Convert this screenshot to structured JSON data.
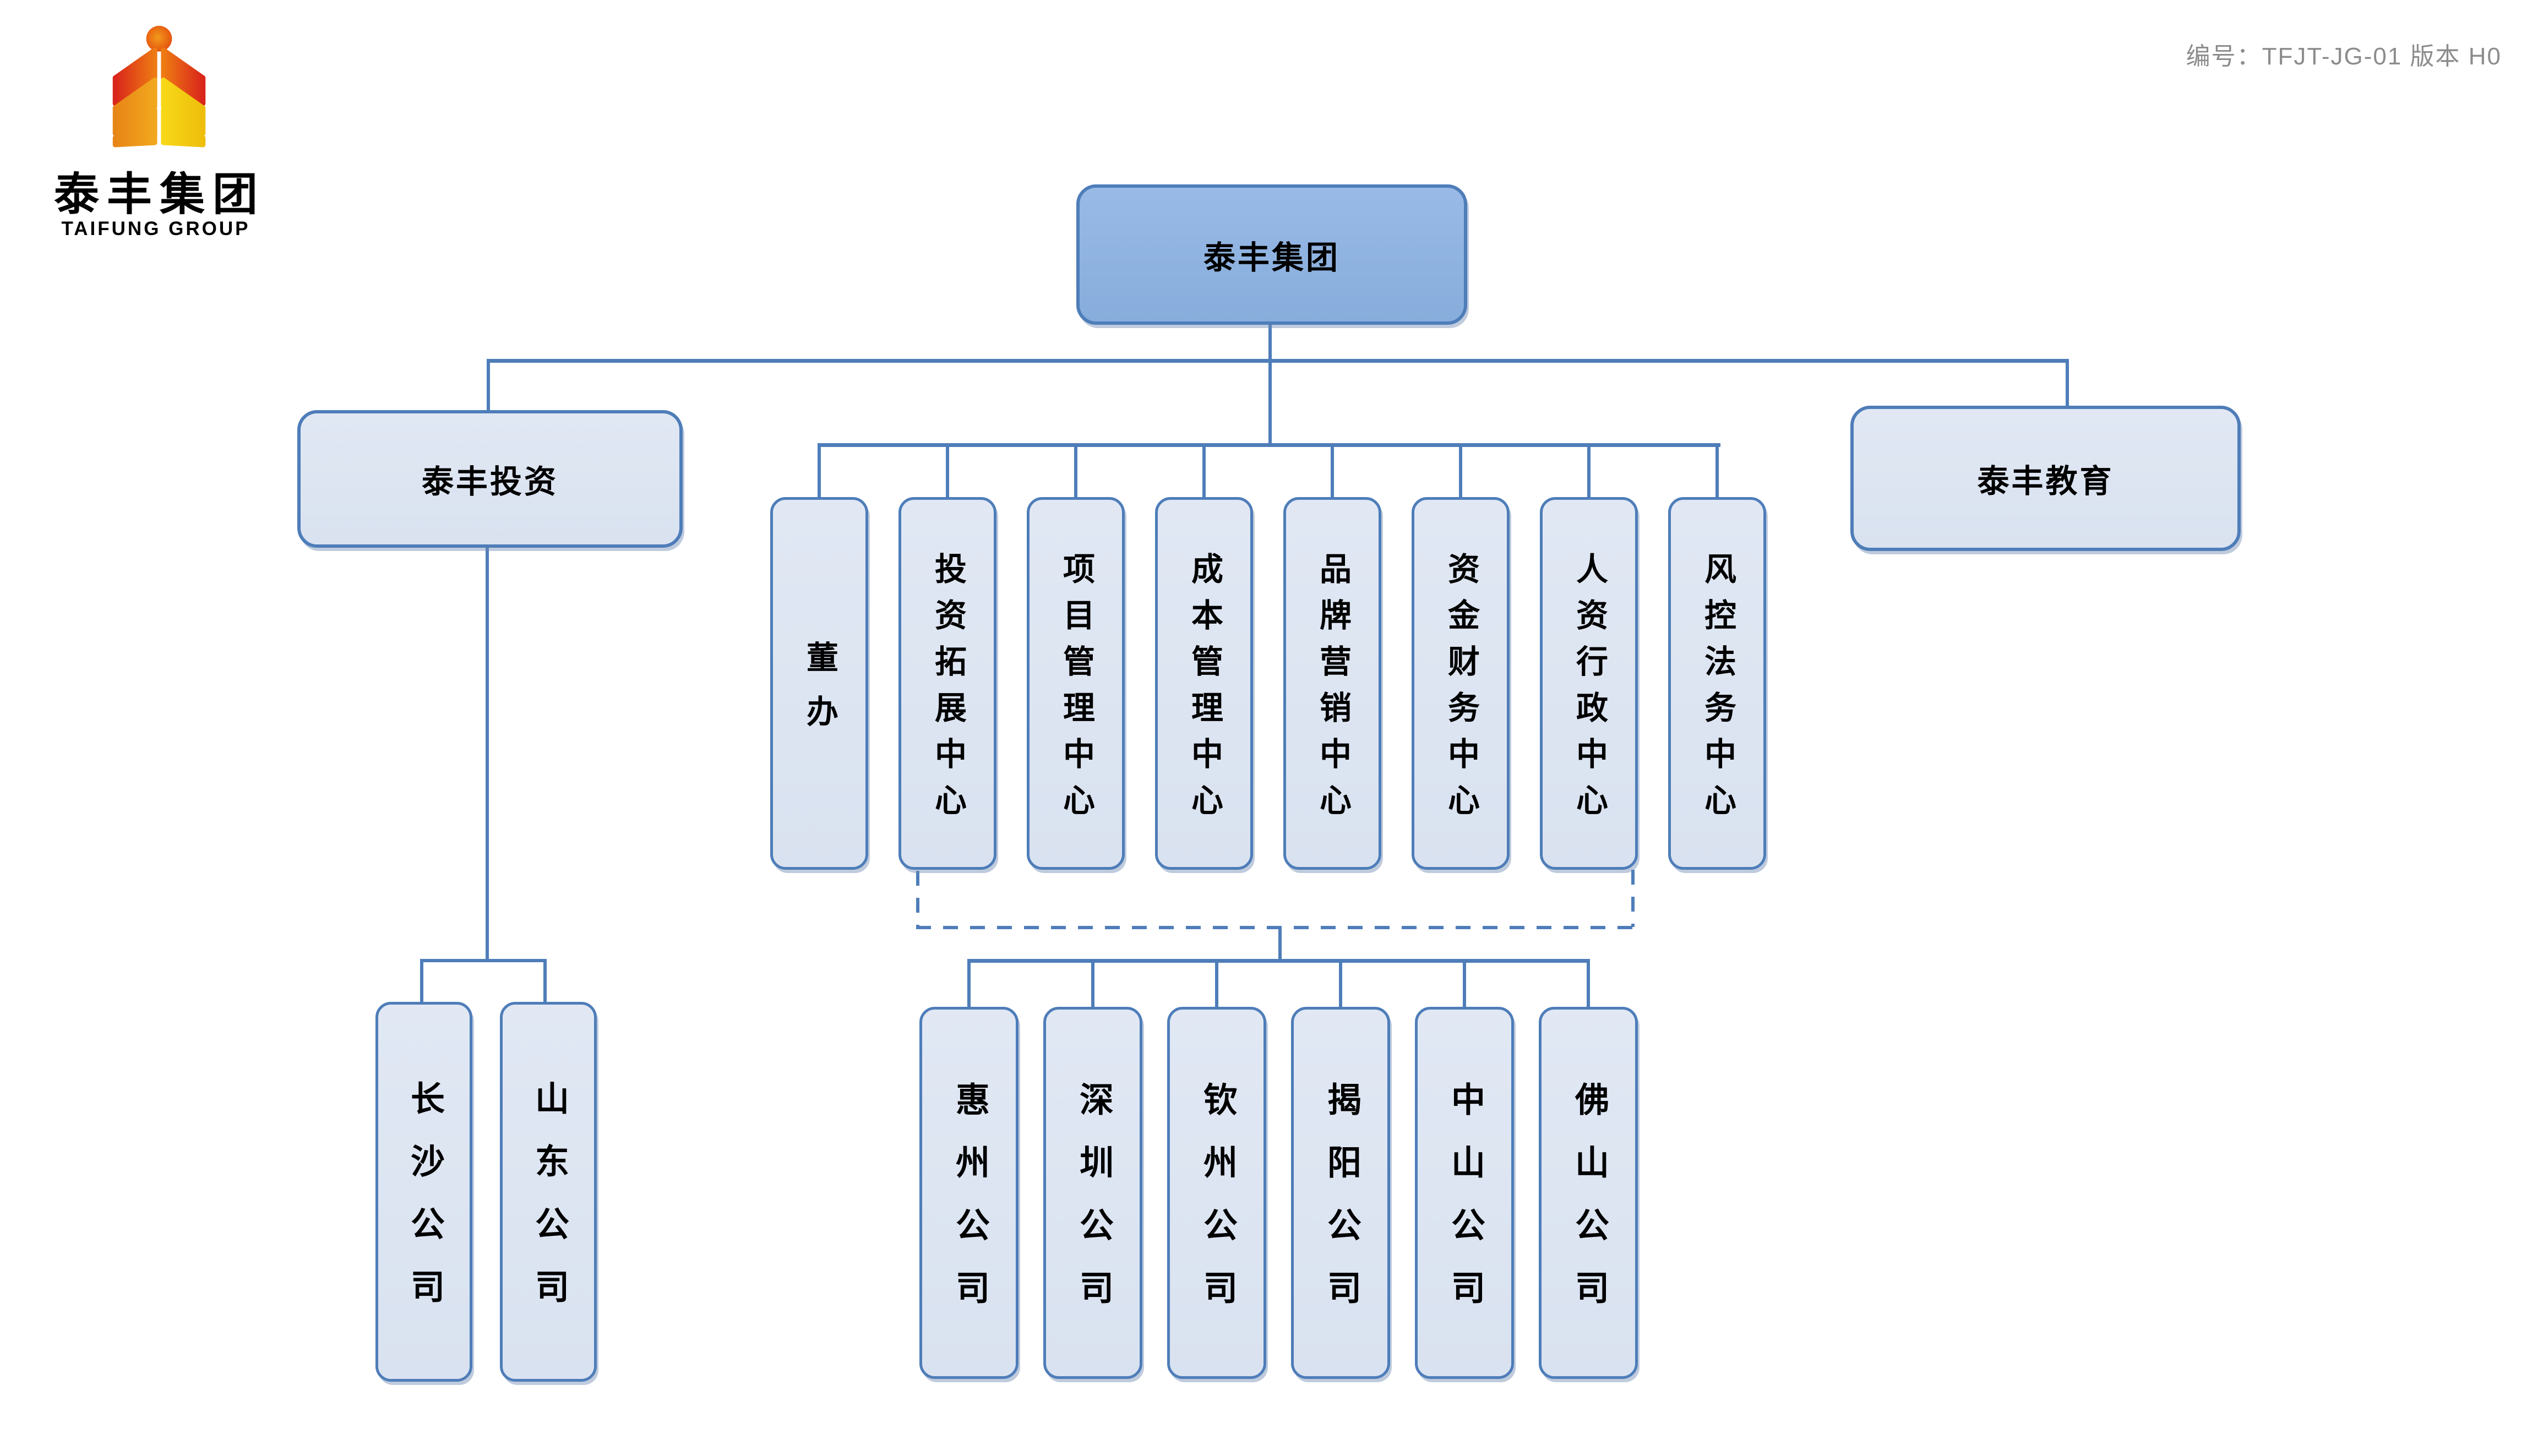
{
  "header": {
    "logo": {
      "icon": "taifung-wheat-emblem-icon",
      "company_cn": "泰丰集团",
      "company_en": "TAIFUNG GROUP"
    },
    "doc_ref": "编号：TFJT-JG-01  版本 H0"
  },
  "chart": {
    "root": {
      "label": "泰丰集团"
    },
    "branches": {
      "invest": "泰丰投资",
      "education": "泰丰教育"
    },
    "centers": [
      "董办",
      "投资拓展中心",
      "项目管理中心",
      "成本管理中心",
      "品牌营销中心",
      "资金财务中心",
      "人资行政中心",
      "风控法务中心"
    ],
    "invest_subsidiaries": [
      "长沙公司",
      "山东公司"
    ],
    "regional_companies": [
      "惠州公司",
      "深圳公司",
      "钦州公司",
      "揭阳公司",
      "中山公司",
      "佛山公司"
    ]
  },
  "colors": {
    "connector_blue": "#4e7db9",
    "root_fill": "#8fb2df",
    "light_box_fill": "#dee5f2",
    "doc_ref_gray": "#8c8c8c",
    "logo_red": "#d9251b",
    "logo_orange": "#e78617",
    "logo_yellow": "#f2c60e"
  }
}
